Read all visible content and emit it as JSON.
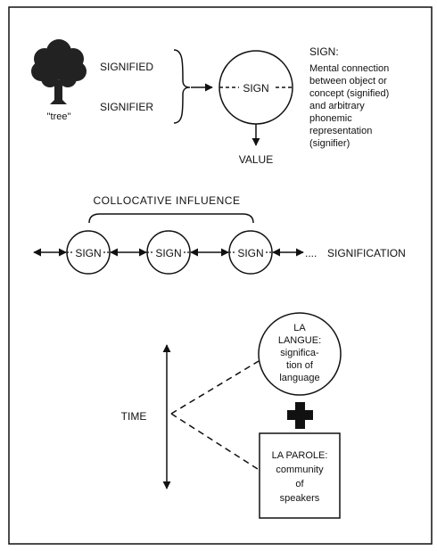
{
  "tree": {
    "label": "\"tree\""
  },
  "sign_model": {
    "signified": "SIGNIFIED",
    "signifier": "SIGNIFIER",
    "sign": "SIGN",
    "value": "VALUE"
  },
  "definition": {
    "title": "SIGN:",
    "lines": [
      "Mental connection",
      "between object or",
      "concept (signified)",
      "and arbitrary",
      "phonemic",
      "representation",
      "(signifier)"
    ]
  },
  "chain": {
    "influence_label": "COLLOCATIVE INFLUENCE",
    "signs": [
      "SIGN",
      "SIGN",
      "SIGN"
    ],
    "ellipsis": "....",
    "signification": "SIGNIFICATION"
  },
  "language": {
    "time": "TIME",
    "langue_lines": [
      "LA",
      "LANGUE:",
      "significa-",
      "tion of",
      "language"
    ],
    "plus": "+",
    "parole_lines": [
      "LA PAROLE:",
      "community",
      "of",
      "speakers"
    ]
  }
}
